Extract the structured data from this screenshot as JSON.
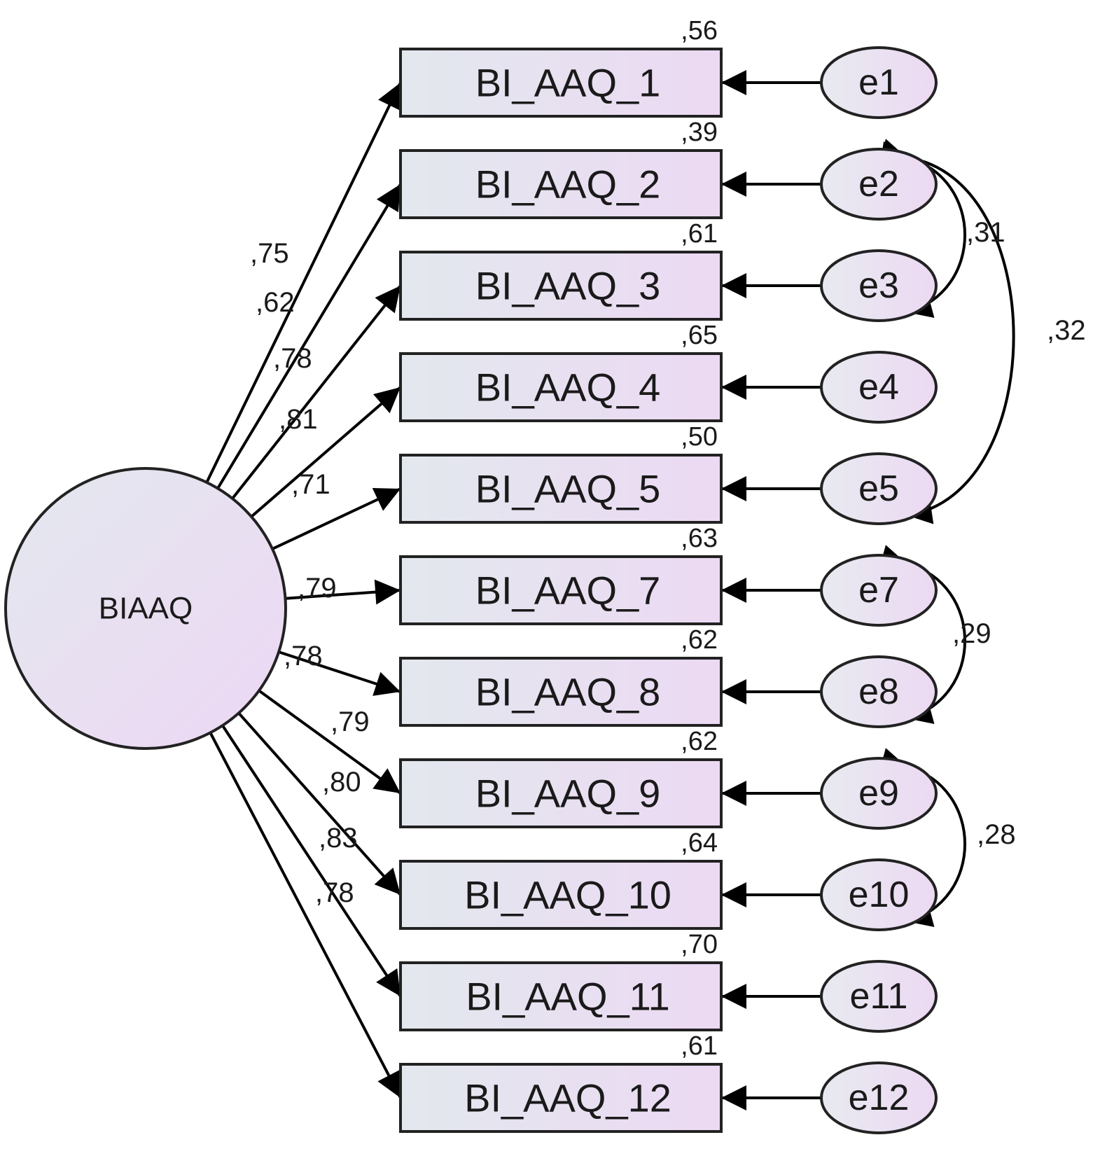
{
  "latent": {
    "label": "BIAAQ"
  },
  "indicators": [
    {
      "label": "BI_AAQ_1",
      "loading": ",75",
      "r2": ",56",
      "error": "e1"
    },
    {
      "label": "BI_AAQ_2",
      "loading": ",62",
      "r2": ",39",
      "error": "e2"
    },
    {
      "label": "BI_AAQ_3",
      "loading": ",78",
      "r2": ",61",
      "error": "e3"
    },
    {
      "label": "BI_AAQ_4",
      "loading": ",81",
      "r2": ",65",
      "error": "e4"
    },
    {
      "label": "BI_AAQ_5",
      "loading": ",71",
      "r2": ",50",
      "error": "e5"
    },
    {
      "label": "BI_AAQ_7",
      "loading": ",79",
      "r2": ",63",
      "error": "e7"
    },
    {
      "label": "BI_AAQ_8",
      "loading": ",78",
      "r2": ",62",
      "error": "e8"
    },
    {
      "label": "BI_AAQ_9",
      "loading": ",79",
      "r2": ",62",
      "error": "e9"
    },
    {
      "label": "BI_AAQ_10",
      "loading": ",80",
      "r2": ",64",
      "error": "e10"
    },
    {
      "label": "BI_AAQ_11",
      "loading": ",83",
      "r2": ",70",
      "error": "e11"
    },
    {
      "label": "BI_AAQ_12",
      "loading": ",78",
      "r2": ",61",
      "error": "e12"
    }
  ],
  "covariances": [
    {
      "from": "e2",
      "to": "e3",
      "value": ",31"
    },
    {
      "from": "e2",
      "to": "e5",
      "value": ",32"
    },
    {
      "from": "e7",
      "to": "e8",
      "value": ",29"
    },
    {
      "from": "e9",
      "to": "e10",
      "value": ",28"
    }
  ],
  "colors": {
    "fill_left": "#e3e8ee",
    "fill_right": "#ecd9f3",
    "stroke": "#222222"
  }
}
